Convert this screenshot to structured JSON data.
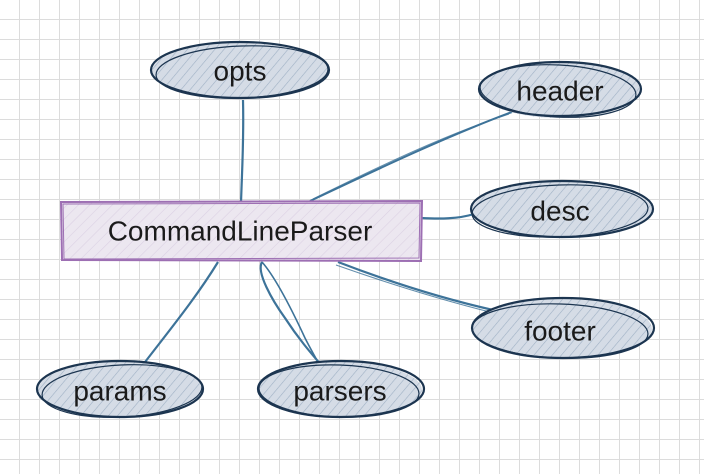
{
  "diagram": {
    "root": {
      "label": "CommandLineParser",
      "fill": "#ece7f0",
      "stroke": "#9d6fb3"
    },
    "children": [
      {
        "id": "opts",
        "label": "opts"
      },
      {
        "id": "header",
        "label": "header"
      },
      {
        "id": "desc",
        "label": "desc"
      },
      {
        "id": "footer",
        "label": "footer"
      },
      {
        "id": "params",
        "label": "params"
      },
      {
        "id": "parsers",
        "label": "parsers"
      }
    ],
    "colors": {
      "ellipse_fill": "#d5dce6",
      "ellipse_stroke": "#1c3550",
      "edge": "#3d7399",
      "grid": "#dcdcdc"
    }
  }
}
